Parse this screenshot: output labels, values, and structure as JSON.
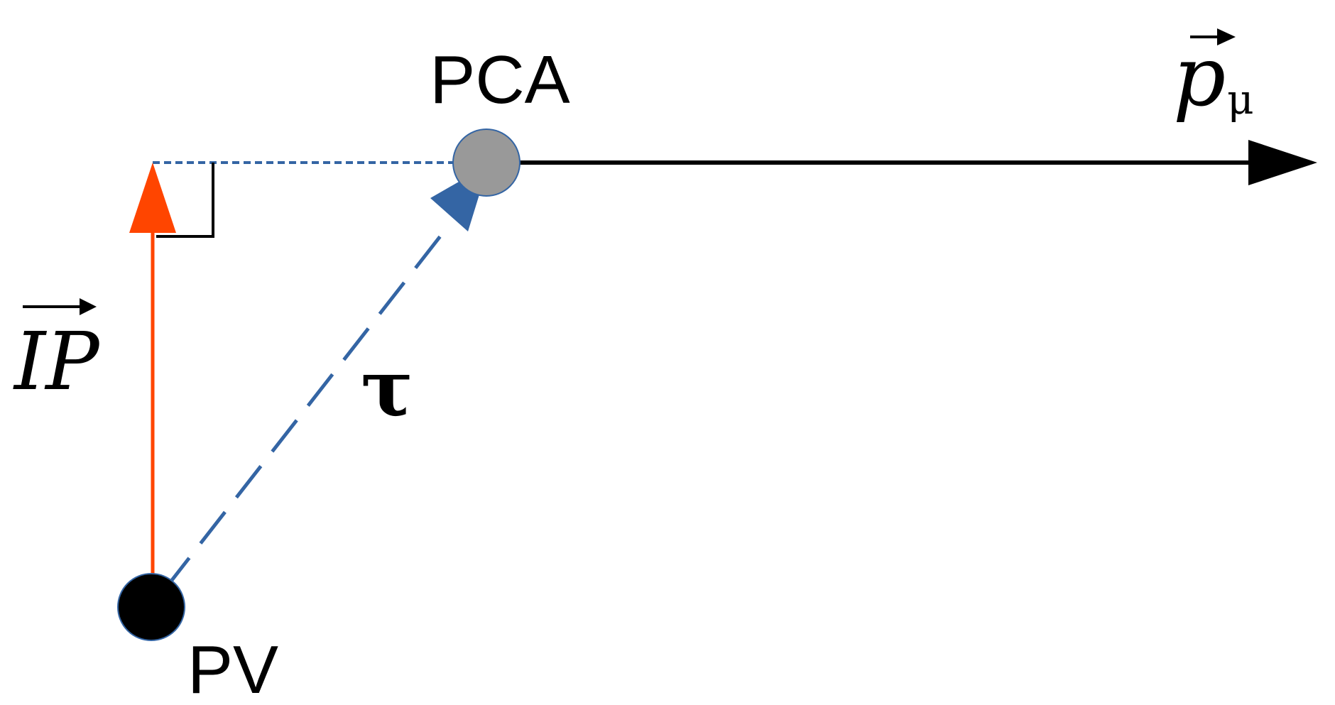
{
  "labels": {
    "pca": "PCA",
    "pv": "PV",
    "ip": "IP",
    "p": "p",
    "mu": "μ",
    "tau": "τ"
  },
  "colors": {
    "ip_arrow": "#ff4500",
    "tau_arrow": "#3465a4",
    "momentum_arrow": "#000000",
    "pca_point_fill": "#999999",
    "pca_point_stroke": "#3465a4",
    "pv_point_fill": "#000000",
    "perpendicular_guide": "#3465a4",
    "right_angle_marker": "#000000"
  }
}
